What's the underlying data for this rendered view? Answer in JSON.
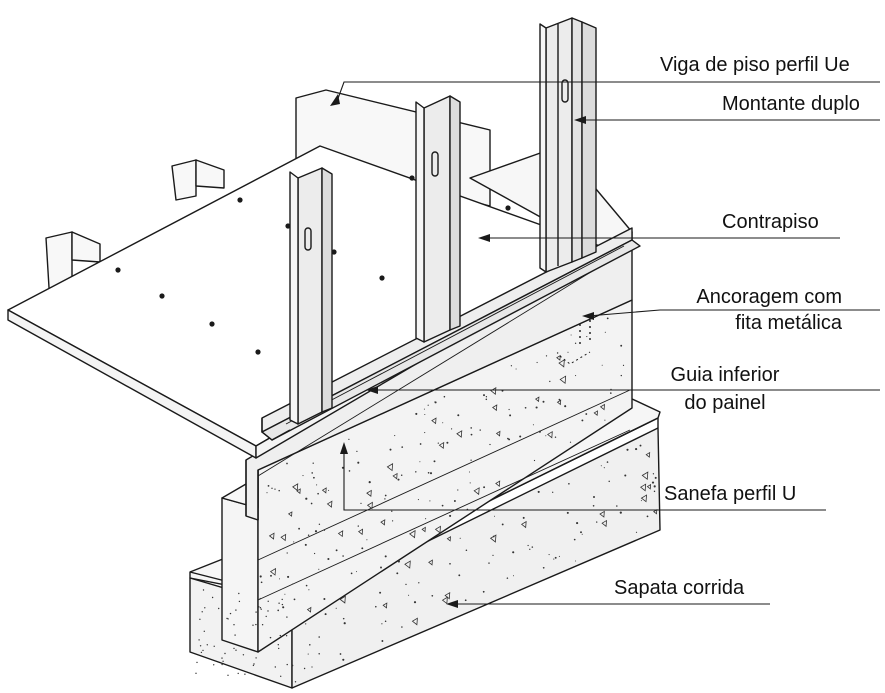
{
  "labels": {
    "viga_de_piso": "Viga de piso perfil Ue",
    "montante_duplo": "Montante duplo",
    "contrapiso": "Contrapiso",
    "ancoragem_line1": "Ancoragem com",
    "ancoragem_line2": "fita metálica",
    "guia_line1": "Guia inferior",
    "guia_line2": "do painel",
    "sanefa": "Sanefa perfil U",
    "sapata": "Sapata corrida"
  },
  "colors": {
    "stroke": "#1a1a1a",
    "concrete": "#f4f4f4",
    "steel": "#ececec",
    "board": "#ffffff"
  }
}
